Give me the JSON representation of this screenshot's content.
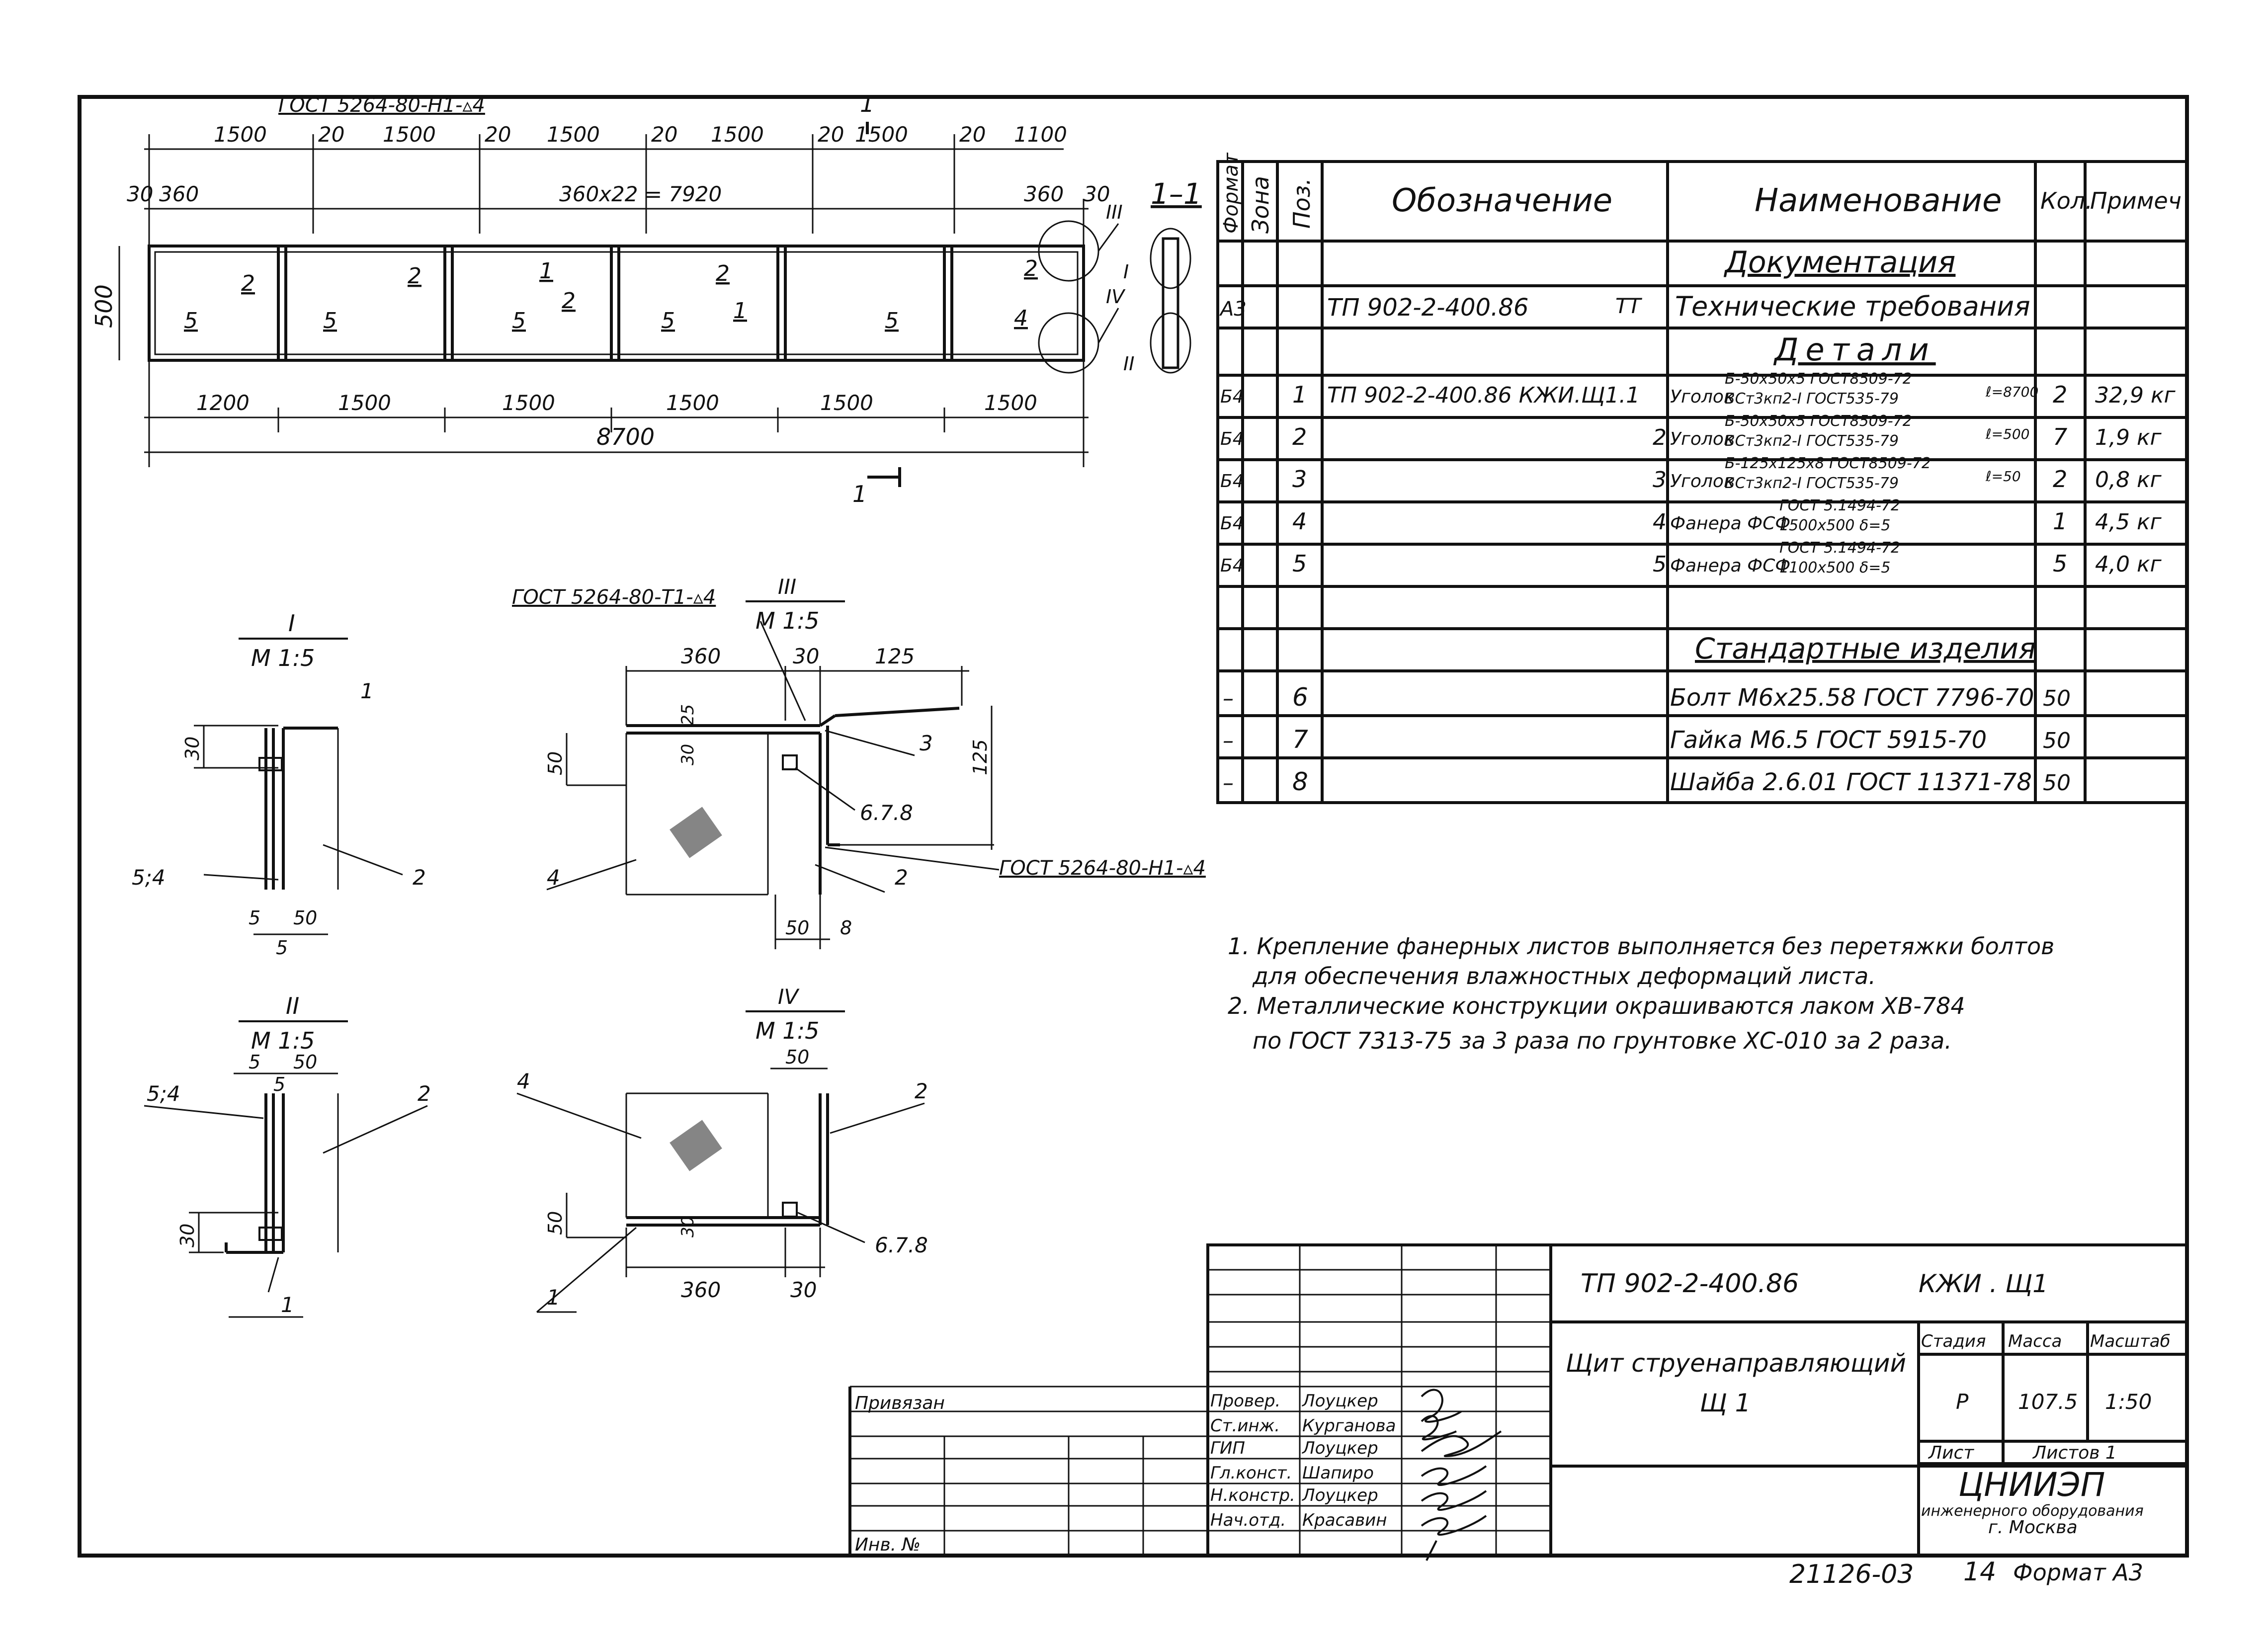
{
  "spec": {
    "headers": [
      "Формат",
      "Зона",
      "Поз.",
      "Обозначение",
      "Наименование",
      "Кол.",
      "Примеч"
    ],
    "section_documentation": "Документация",
    "doc_row": {
      "format": "А3",
      "designation": "ТП 902-2-400.86",
      "code": "ТТ",
      "name": "Технические требования"
    },
    "section_details": "Детали",
    "details": [
      {
        "format": "Б4",
        "pos": "1",
        "designation": "ТП 902-2-400.86  КЖИ.Щ1.1",
        "name": "Уголок",
        "spec_top": "Б-50х50х5 ГОСТ8509-72",
        "spec_bottom": "ВСт3кп2-I ГОСТ535-79",
        "length": "ℓ=8700",
        "qty": "2",
        "note": "32,9 кг"
      },
      {
        "format": "Б4",
        "pos": "2",
        "designation": "2",
        "name": "Уголок",
        "spec_top": "Б-50х50х5 ГОСТ8509-72",
        "spec_bottom": "ВСт3кп2-I ГОСТ535-79",
        "length": "ℓ=500",
        "qty": "7",
        "note": "1,9 кг"
      },
      {
        "format": "Б4",
        "pos": "3",
        "designation": "3",
        "name": "Уголок",
        "spec_top": "Б-125х125х8 ГОСТ8509-72",
        "spec_bottom": "ВСт3кп2-I ГОСТ535-79",
        "length": "ℓ=50",
        "qty": "2",
        "note": "0,8 кг"
      },
      {
        "format": "Б4",
        "pos": "4",
        "designation": "4",
        "name": "Фанера ФСФ",
        "spec_top": "ГОСТ 5.1494-72",
        "spec_bottom": "1500х500  δ=5",
        "length": "",
        "qty": "1",
        "note": "4,5 кг"
      },
      {
        "format": "Б4",
        "pos": "5",
        "designation": "5",
        "name": "Фанера ФСФ",
        "spec_top": "ГОСТ 5.1494-72",
        "spec_bottom": "1100х500  δ=5",
        "length": "",
        "qty": "5",
        "note": "4,0 кг"
      }
    ],
    "section_standard": "Стандартные изделия",
    "standard": [
      {
        "format": "–",
        "pos": "6",
        "name": "Болт М6х25.58 ГОСТ 7796-70",
        "qty": "50"
      },
      {
        "format": "–",
        "pos": "7",
        "name": "Гайка М6.5  ГОСТ 5915-70",
        "qty": "50"
      },
      {
        "format": "–",
        "pos": "8",
        "name": "Шайба 2.6.01 ГОСТ 11371-78",
        "qty": "50"
      }
    ]
  },
  "notes": [
    "1. Крепление фанерных листов выполняется без перетяжки болтов",
    "для обеспечения влажностных деформаций листа.",
    "2. Металлические конструкции окрашиваются лаком ХВ-784",
    "по ГОСТ 7313-75 за 3 раза по грунтовке ХС-010 за 2 раза."
  ],
  "main_view": {
    "weld_label": "ГОСТ 5264-80-Н1-▵4",
    "section_label": "1",
    "top_dims": [
      "1500",
      "20",
      "1500",
      "20",
      "1500",
      "20",
      "1500",
      "20",
      "1500",
      "20",
      "1100"
    ],
    "pitch_dims": [
      "30",
      "360",
      "360х22 = 7920",
      "360",
      "30"
    ],
    "height_dim": "500",
    "bottom_dims": [
      "1200",
      "1500",
      "1500",
      "1500",
      "1500",
      "1500"
    ],
    "total_dim": "8700",
    "section_1_1": "1–1",
    "callouts": [
      "III",
      "IV",
      "I",
      "II"
    ],
    "positions": [
      "1",
      "2",
      "4",
      "5"
    ]
  },
  "detail_I": {
    "title": "I",
    "scale": "М 1:5",
    "dims": [
      "30",
      "5",
      "50",
      "5"
    ],
    "labels": [
      "1",
      "2",
      "5;4"
    ]
  },
  "detail_II": {
    "title": "II",
    "scale": "М 1:5",
    "dims": [
      "5",
      "50",
      "5",
      "30"
    ],
    "labels": [
      "1",
      "2",
      "5;4"
    ]
  },
  "detail_III": {
    "title": "III",
    "scale": "М 1:5",
    "weld_top": "ГОСТ 5264-80-Т1-▵4",
    "weld_side": "ГОСТ 5264-80-Н1-▵4",
    "dims": [
      "360",
      "30",
      "125",
      "50",
      "30",
      "25",
      "125",
      "50",
      "8"
    ],
    "labels": [
      "3",
      "4",
      "2",
      "6.7.8"
    ]
  },
  "detail_IV": {
    "title": "IV",
    "scale": "М 1:5",
    "dims": [
      "50",
      "50",
      "30",
      "360",
      "30"
    ],
    "labels": [
      "1",
      "2",
      "4",
      "6.7.8"
    ]
  },
  "title_block": {
    "code": "ТП 902-2-400.86",
    "sheet_code": "КЖИ . Щ1",
    "name_line1": "Щит струенаправляющий",
    "name_line2": "Щ 1",
    "stage_h": "Стадия",
    "mass_h": "Масса",
    "scale_h": "Масштаб",
    "stage": "Р",
    "mass": "107.5",
    "scale": "1:50",
    "sheet_h": "Лист",
    "sheets_h": "Листов 1",
    "org_line1": "ЦНИИЭП",
    "org_line2": "инженерного оборудования",
    "org_line3": "г. Москва",
    "bind": "Привязан",
    "inv": "Инв. №",
    "roles": [
      {
        "role": "Провер.",
        "name": "Лоуцкер"
      },
      {
        "role": "Ст.инж.",
        "name": "Курганова"
      },
      {
        "role": "ГИП",
        "name": "Лоуцкер"
      },
      {
        "role": "Гл.конст.",
        "name": "Шапиро"
      },
      {
        "role": "Н.констр.",
        "name": "Лоуцкер"
      },
      {
        "role": "Нач.отд.",
        "name": "Красавин"
      }
    ]
  },
  "footer": {
    "number": "21126-03",
    "sheet": "14",
    "format": "Формат А3"
  }
}
